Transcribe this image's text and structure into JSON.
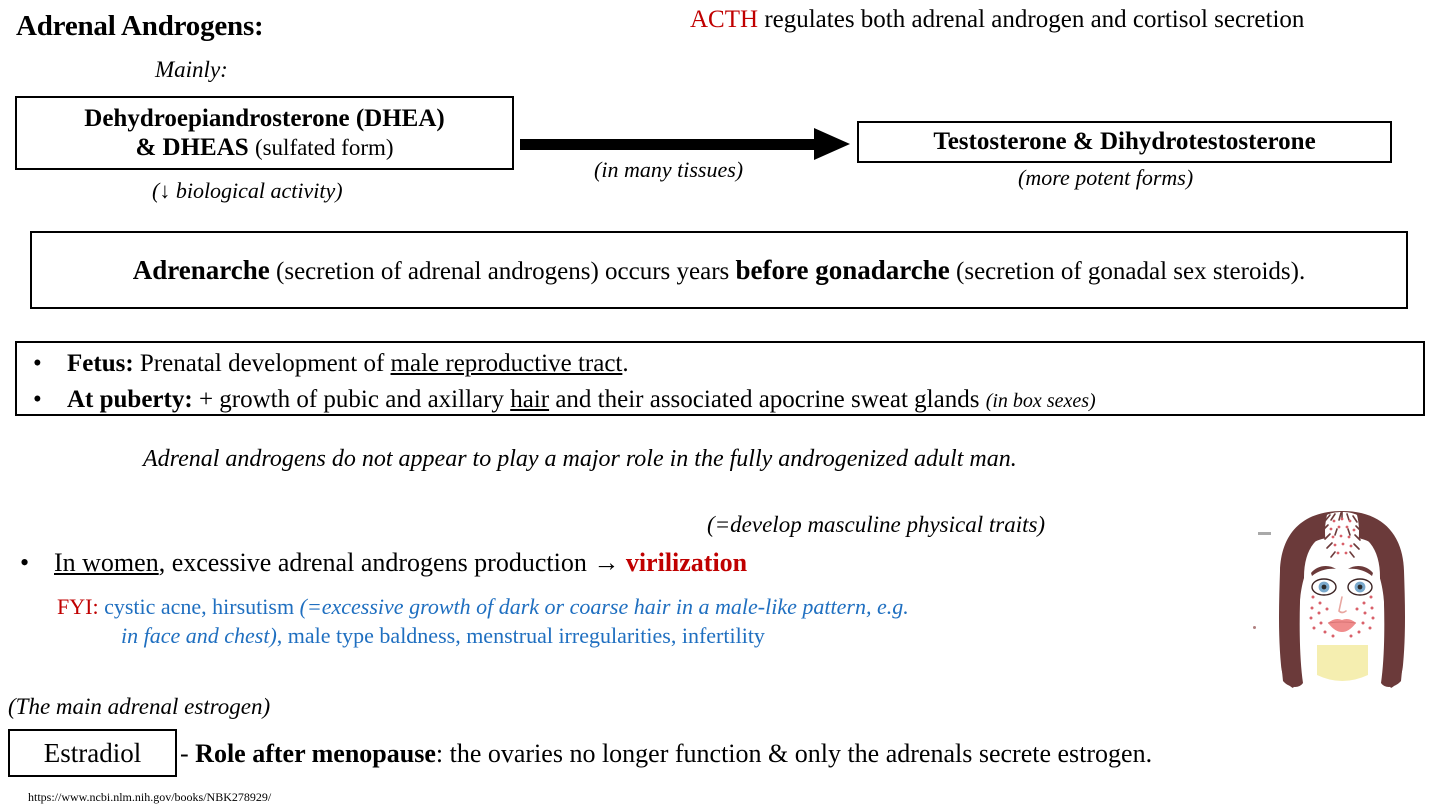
{
  "slide": {
    "title": "Adrenal Androgens:",
    "acth_note": {
      "highlight": "ACTH",
      "rest": " regulates both adrenal androgen and cortisol secretion"
    },
    "mainly_label": "Mainly:",
    "dhea_box": {
      "line1": "Dehydroepiandrosterone (DHEA)",
      "line2_bold": "& DHEAS ",
      "line2_normal": "(sulfated form)"
    },
    "dhea_subnote": "(↓ biological activity)",
    "arrow_label": "(in many tissues)",
    "testosterone_box": "Testosterone & Dihydrotestosterone",
    "testosterone_subnote": "(more potent forms)",
    "adrenarche": {
      "bold1": "Adrenarche",
      "mid1": " (secretion of adrenal androgens) occurs years ",
      "bold2": "before gonadarche",
      "mid2": " (secretion of gonadal sex steroids)."
    },
    "bullets": [
      {
        "marker": "•",
        "bold": "Fetus:",
        "text_before": " Prenatal development of ",
        "underlined": "male reproductive tract",
        "text_after": ".",
        "trailing_italic": ""
      },
      {
        "marker": "•",
        "bold": "At puberty:",
        "text_before": " + growth of pubic and axillary ",
        "underlined": "hair",
        "text_after": " and their associated apocrine sweat glands ",
        "trailing_italic": "(in box sexes)"
      }
    ],
    "statement": "Adrenal androgens do not appear to play a major role in the fully androgenized adult man.",
    "masculine_note": "(=develop masculine physical traits)",
    "women_line": {
      "marker": "•",
      "underlined": "In women",
      "text": ", excessive adrenal androgens production → ",
      "emphasis": "virilization"
    },
    "fyi": {
      "label": "FYI:",
      "line1_plain": " cystic acne, hirsutism ",
      "line1_italic": "(=excessive growth of dark or coarse hair in a male-like pattern, e.g.",
      "line2_italic": "in face and chest)",
      "line2_plain": ", male type baldness, menstrual irregularities, infertility"
    },
    "estrogen_note": "(The main adrenal estrogen)",
    "estradiol_box": "Estradiol",
    "estrogen_line": {
      "lead": "- ",
      "bold": "Role after menopause",
      "rest": ": the ovaries no longer function & only the adrenals secrete estrogen."
    },
    "source_url": "https://www.ncbi.nlm.nih.gov/books/NBK278929/",
    "illustration": {
      "name": "woman-with-acne-and-baldness-illustration",
      "hair_color": "#6B3A3A",
      "skin_color": "#FFFFFF",
      "eye_color": "#7AA9CC",
      "lips_color": "#F08C8C",
      "acne_color": "#D9606A",
      "top_color": "#F5EEB0"
    },
    "colors": {
      "red_accent": "#C00000",
      "blue_accent": "#1F6FC0",
      "text": "#000000",
      "background": "#FFFFFF"
    }
  }
}
